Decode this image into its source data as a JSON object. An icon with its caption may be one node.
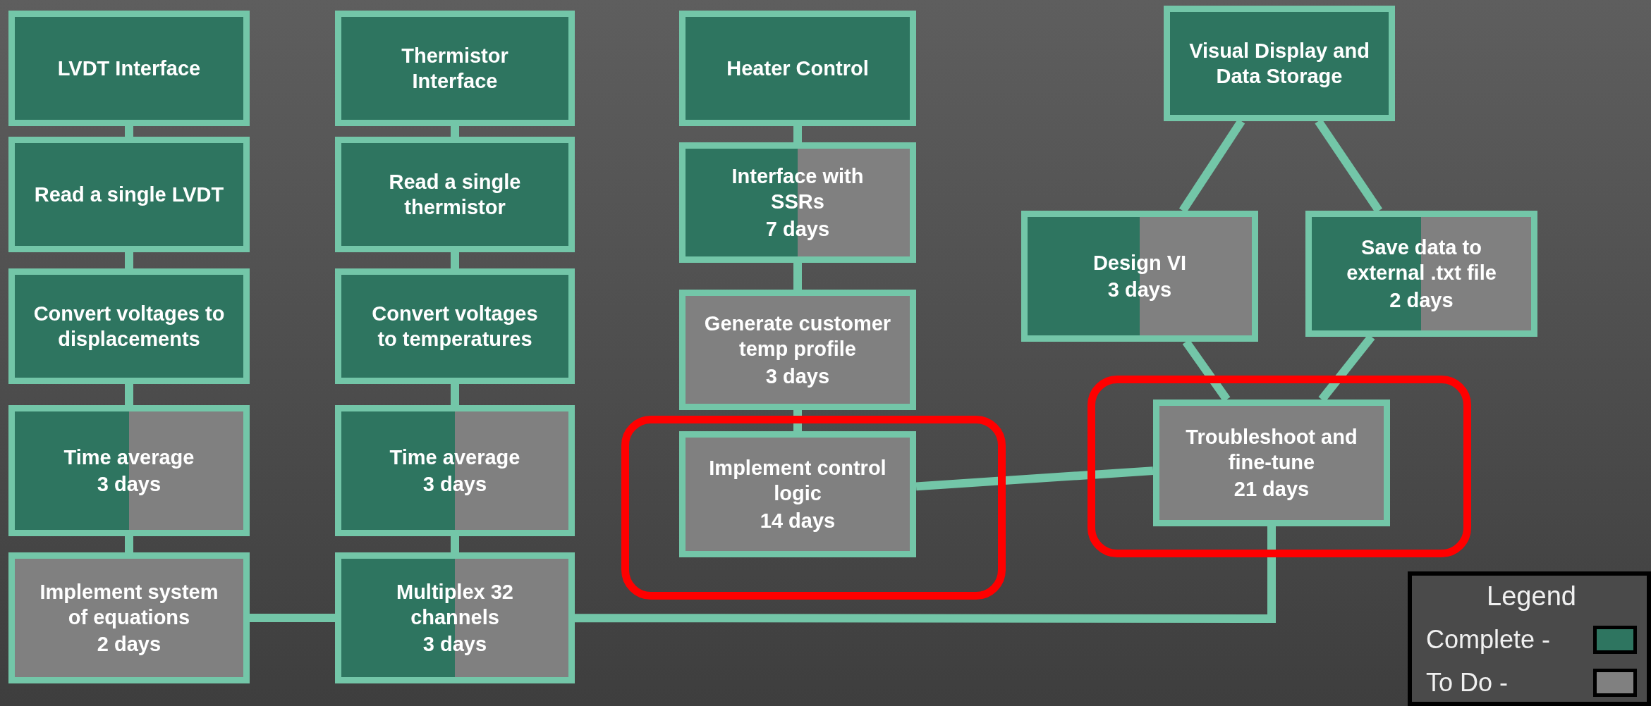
{
  "diagram": {
    "nodes": [
      {
        "text": [
          "LVDT Interface"
        ]
      },
      {
        "text": [
          "Read a single LVDT"
        ]
      },
      {
        "text": [
          "Convert voltages to displacements"
        ]
      },
      {
        "text": [
          "Time average",
          "3 days"
        ]
      },
      {
        "text": [
          "Implement system of equations",
          "2 days"
        ]
      },
      {
        "text": [
          "Thermistor Interface"
        ]
      },
      {
        "text": [
          "Read a single thermistor"
        ]
      },
      {
        "text": [
          "Convert voltages to temperatures"
        ]
      },
      {
        "text": [
          "Time average",
          "3 days"
        ]
      },
      {
        "text": [
          "Multiplex 32 channels",
          "3 days"
        ]
      },
      {
        "text": [
          "Heater Control"
        ]
      },
      {
        "text": [
          "Interface with SSRs",
          "7 days"
        ]
      },
      {
        "text": [
          "Generate customer temp profile",
          "3 days"
        ]
      },
      {
        "text": [],
        "shape": "box"
      },
      {
        "text": [
          "Implement control logic",
          "14 days"
        ],
        "in": 13
      },
      {
        "text": [
          "Visual Display and Data Storage"
        ]
      },
      {
        "text": [
          "Design VI",
          "3 days"
        ]
      },
      {
        "text": [
          "Save data to external .txt file",
          "2 days"
        ]
      },
      {
        "text": [],
        "shape": "box"
      },
      {
        "text": [
          "Troubleshoot and fine-tune",
          "21 days"
        ],
        "in": 18
      }
    ],
    "edges": [
      {
        "from": 0,
        "to": 1,
        "arrow": "none"
      },
      {
        "from": 1,
        "to": 2,
        "arrow": "none"
      },
      {
        "from": 2,
        "to": 3,
        "arrow": "none"
      },
      {
        "from": 3,
        "to": 4,
        "arrow": "none"
      },
      {
        "from": 5,
        "to": 6,
        "arrow": "none"
      },
      {
        "from": 6,
        "to": 7,
        "arrow": "none"
      },
      {
        "from": 7,
        "to": 8,
        "arrow": "none"
      },
      {
        "from": 8,
        "to": 9,
        "arrow": "none"
      },
      {
        "from": 4,
        "to": 9,
        "arrow": "none"
      },
      {
        "from": 9,
        "to": 19,
        "arrow": "none"
      },
      {
        "from": 10,
        "to": 11,
        "arrow": "none"
      },
      {
        "from": 11,
        "to": 12,
        "arrow": "none"
      },
      {
        "from": 12,
        "to": 14,
        "arrow": "none"
      },
      {
        "from": 14,
        "to": 19,
        "arrow": "none"
      },
      {
        "from": 15,
        "to": 16,
        "arrow": "none"
      },
      {
        "from": 15,
        "to": 17,
        "arrow": "none"
      },
      {
        "from": 16,
        "to": 19,
        "arrow": "none"
      },
      {
        "from": 17,
        "to": 19,
        "arrow": "none"
      }
    ],
    "labels": [
      "Legend"
    ],
    "legend": [
      {
        "text": "Complete -",
        "color": "#2e7560"
      },
      {
        "text": "To Do -",
        "color": "#808080"
      }
    ]
  }
}
